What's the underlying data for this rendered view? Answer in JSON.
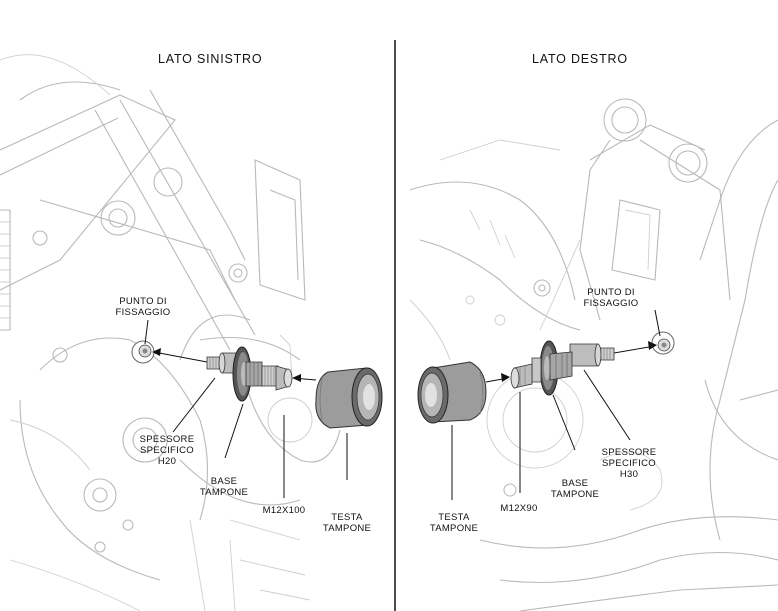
{
  "left_panel": {
    "title": "LATO SINISTRO",
    "labels": {
      "fixing_point": [
        "PUNTO DI",
        "FISSAGGIO"
      ],
      "spacer": [
        "SPESSORE",
        "SPECIFICO",
        "H20"
      ],
      "base": [
        "BASE",
        "TAMPONE"
      ],
      "bolt": [
        "M12X100"
      ],
      "head": [
        "TESTA",
        "TAMPONE"
      ]
    }
  },
  "right_panel": {
    "title": "LATO DESTRO",
    "labels": {
      "fixing_point": [
        "PUNTO DI",
        "FISSAGGIO"
      ],
      "spacer": [
        "SPESSORE",
        "SPECIFICO",
        "H30"
      ],
      "base": [
        "BASE",
        "TAMPONE"
      ],
      "bolt": [
        "M12X90"
      ],
      "head": [
        "TESTA",
        "TAMPONE"
      ]
    }
  }
}
